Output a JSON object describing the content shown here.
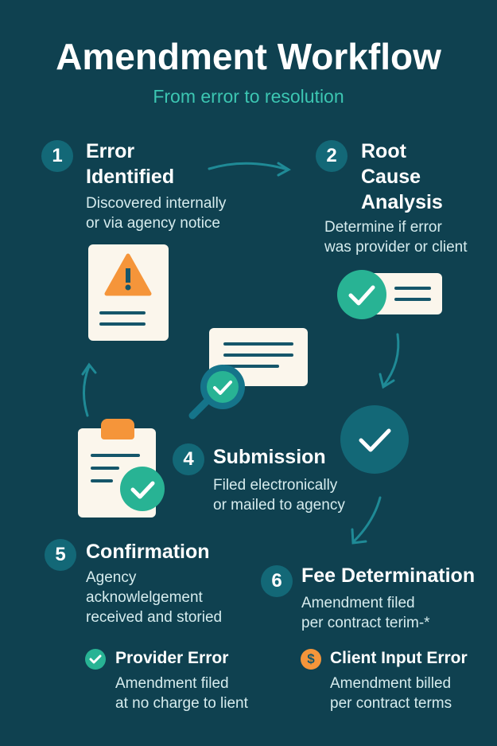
{
  "title": "Amendment Workflow",
  "subtitle": "From error to resolution",
  "steps": [
    {
      "number": "1",
      "title_lines": [
        "Error",
        "Identified"
      ],
      "desc_lines": [
        "Discovered internally",
        "or via agency notice"
      ]
    },
    {
      "number": "2",
      "title_lines": [
        "Root",
        "Cause",
        "Analysis"
      ],
      "desc_lines": [
        "Determine if error",
        "was provider or client"
      ]
    },
    {
      "number": "4",
      "title": "Submission",
      "desc_lines": [
        "Filed electronically",
        "or mailed to agency"
      ]
    },
    {
      "number": "5",
      "title": "Confirmation",
      "desc_lines": [
        "Agency",
        "acknowlelgement",
        "received and storied"
      ]
    },
    {
      "number": "6",
      "title": "Fee Determination",
      "desc_lines": [
        "Amendment filed",
        "per contract terim‐*"
      ]
    }
  ],
  "outcomes": [
    {
      "icon": "check-icon",
      "title": "Provider Error",
      "desc_lines": [
        "Amendment filed",
        "at no charge to lient"
      ]
    },
    {
      "icon": "dollar-icon",
      "symbol": "$",
      "title": "Client Input Error",
      "desc_lines": [
        "Amendment billed",
        "per contract terms"
      ]
    }
  ],
  "colors": {
    "background": "#0f4150",
    "accent": "#3cc6b2",
    "orange": "#f5953a",
    "circle": "#136877"
  }
}
